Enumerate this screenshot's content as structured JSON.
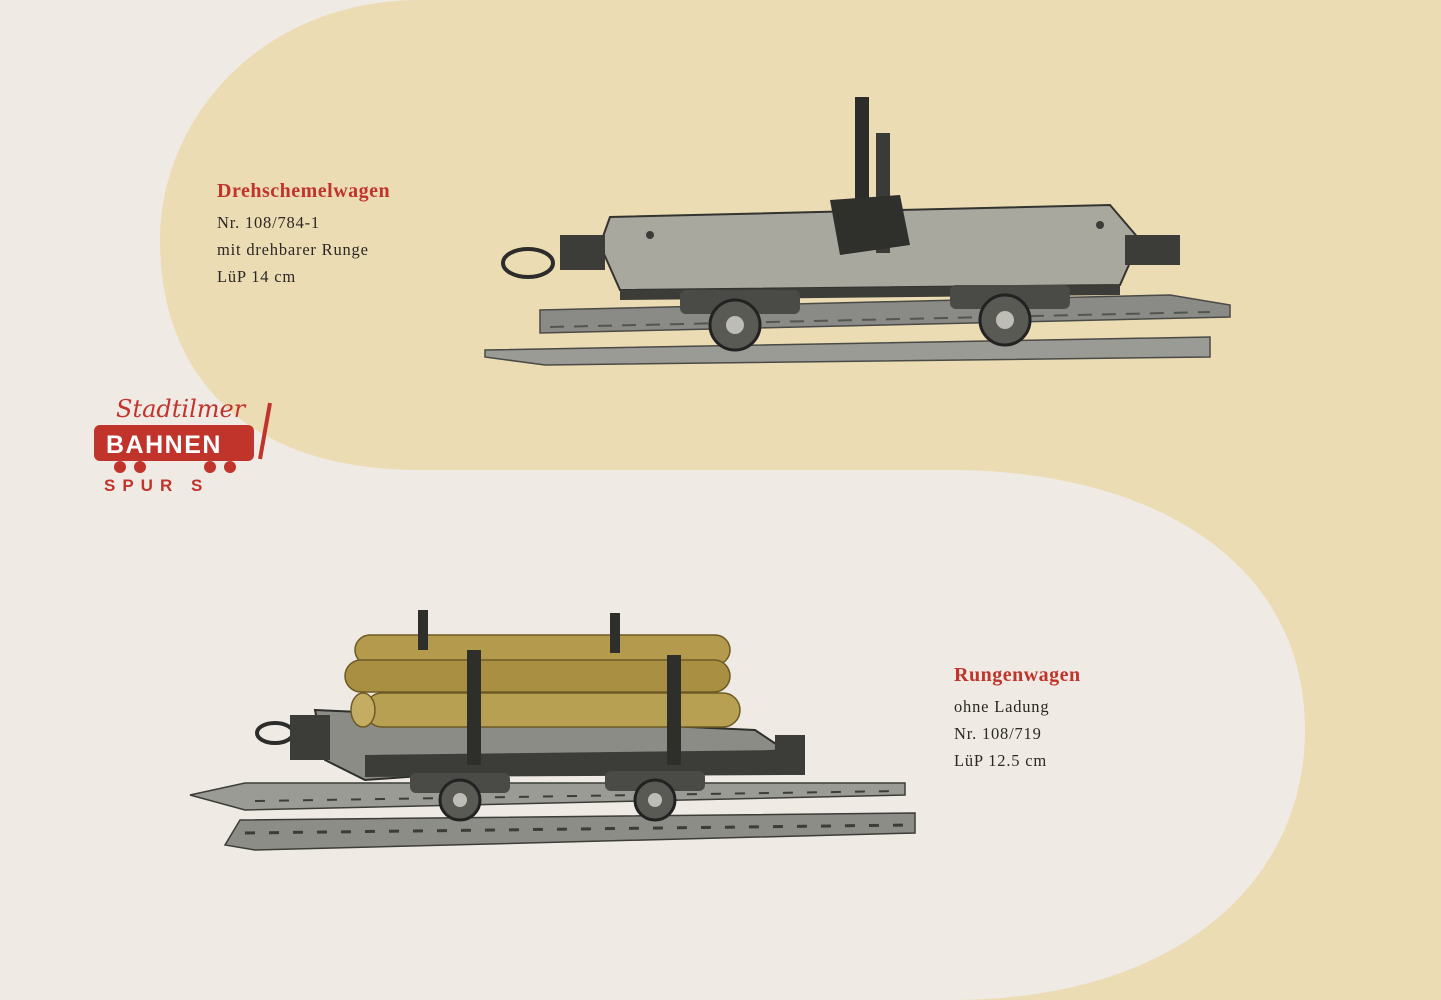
{
  "items": [
    {
      "title": "Drehschemelwagen",
      "lines": [
        "Nr. 108/784-1",
        "mit drehbarer Runge",
        "LüP 14 cm"
      ]
    },
    {
      "title": "Rungenwagen",
      "lines": [
        "ohne Ladung",
        "Nr. 108/719",
        "LüP 12.5 cm"
      ]
    }
  ],
  "logo": {
    "script": "Stadtilmer",
    "brand": "BAHNEN",
    "gauge": "SPUR S"
  },
  "colors": {
    "cream": "#ebdcb4",
    "paper": "#efebe4",
    "accent_red": "#c0342c",
    "steel": "#8a8a86",
    "dark": "#3c3c38",
    "wood": "#b39a4c"
  }
}
